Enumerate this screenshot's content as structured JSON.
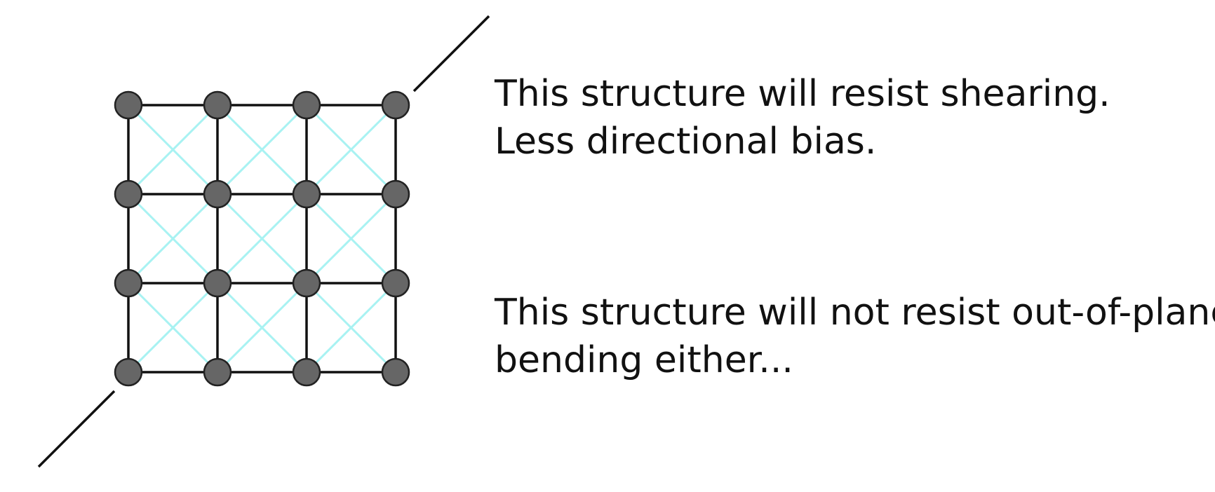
{
  "diagram": {
    "grid_nodes_per_side": 4,
    "colors": {
      "frame": "#111111",
      "brace": "#a8f2f2",
      "node_fill": "#666666",
      "node_stroke": "#222222",
      "bending_axis": "#111111"
    }
  },
  "captions": {
    "top": {
      "line1": "This structure will resist shearing.",
      "line2": "Less directional bias."
    },
    "bottom": {
      "line1": "This structure will not resist out-of-plane",
      "line2": "bending either..."
    }
  }
}
